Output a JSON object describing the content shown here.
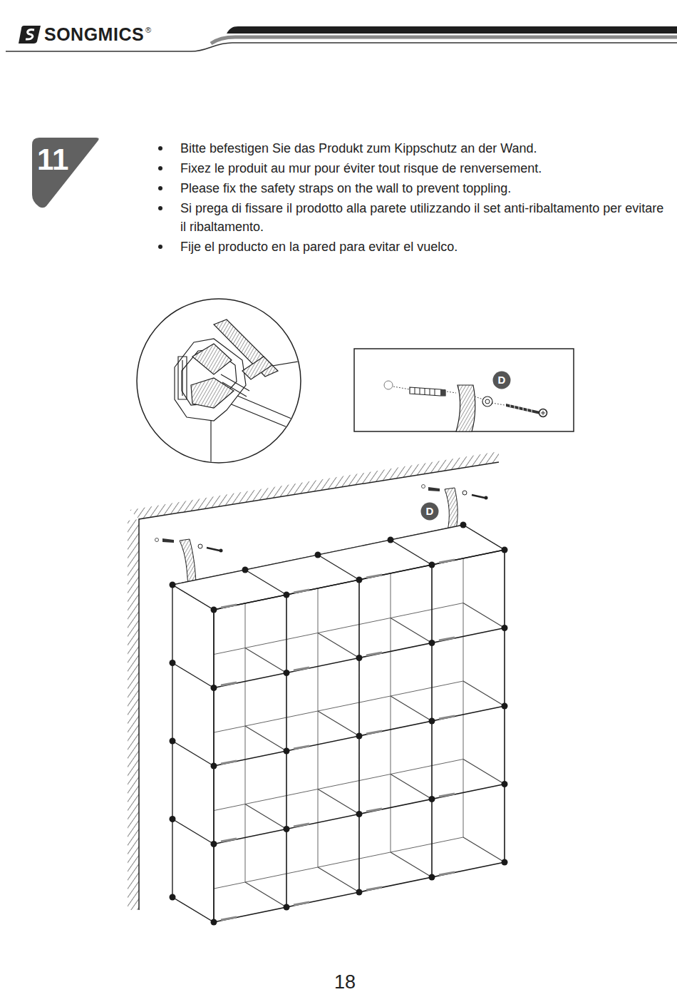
{
  "diagram": {
    "nodes": [
      {
        "text": [
          "11"
        ]
      },
      {
        "text": [
          "D"
        ]
      },
      {
        "text": [
          "D"
        ]
      }
    ],
    "labels": [
      "SONGMICS",
      "®",
      "Bitte befestigen Sie das Produkt zum Kippschutz an der Wand.",
      "Fixez le produit au mur pour éviter tout risque de renversement.",
      "Please fix the safety straps on the wall to prevent toppling.",
      "Si prega di fissare il prodotto alla parete utilizzando il set anti-ribaltamento per evitare il ribaltamento.",
      "Fije el producto en la pared para evitar el vuelco.",
      "18"
    ]
  }
}
